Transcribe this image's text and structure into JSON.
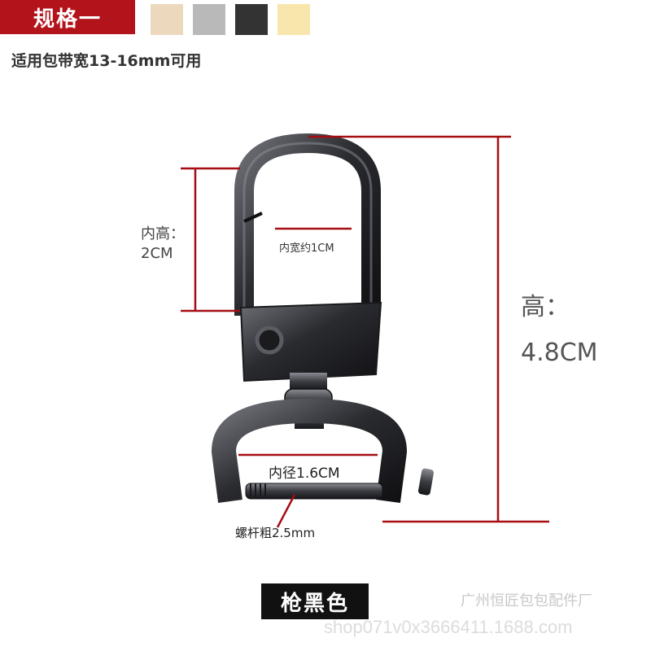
{
  "spec_tag": "规格一",
  "swatches": [
    {
      "name": "light-gold",
      "color": "#ecd9bd"
    },
    {
      "name": "silver",
      "color": "#b9b9b9"
    },
    {
      "name": "gunmetal-black",
      "color": "#333333"
    },
    {
      "name": "light-yellow",
      "color": "#f8e6ac"
    }
  ],
  "fit_note": "适用包带宽13-16mm可用",
  "dimensions": {
    "inner_height_label": "内高：",
    "inner_height_value": "2CM",
    "inner_width": "内宽约1CM",
    "height_label": "高：",
    "height_value": "4.8CM",
    "inner_diameter": "内径1.6CM",
    "screw_thickness": "螺杆粗2.5mm"
  },
  "color_name": "枪黑色",
  "watermark_shop": "广州恒匠包包配件厂",
  "watermark_url": "shop071v0x3666411.1688.com",
  "colors": {
    "accent_red": "#b3131b",
    "dim_line": "#a50d12",
    "metal": "#2b2c30"
  }
}
